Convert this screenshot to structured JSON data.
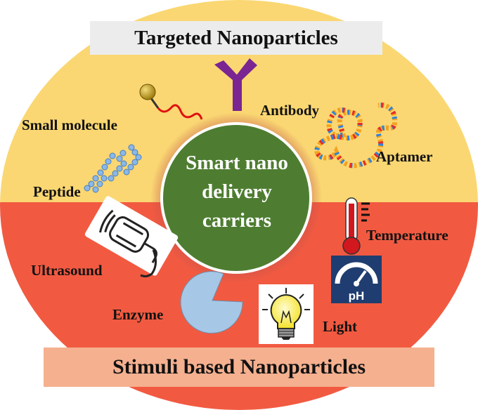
{
  "titles": {
    "top": "Targeted Nanoparticles",
    "bottom": "Stimuli based Nanoparticles"
  },
  "center": {
    "line1": "Smart nano",
    "line2": "delivery",
    "line3": "carriers"
  },
  "targeting_labels": {
    "small_molecule": "Small molecule",
    "antibody": "Antibody",
    "aptamer": "Aptamer",
    "peptide": "Peptide"
  },
  "stimuli_labels": {
    "ultrasound": "Ultrasound",
    "temperature": "Temperature",
    "enzyme": "Enzyme",
    "light": "Light",
    "ph_badge": "pH"
  },
  "colors": {
    "top_region": "#fad772",
    "bottom_region": "#f15a41",
    "center_circle": "#4e7d31",
    "antibody": "#7a2592",
    "enzyme": "#a6c8e6",
    "ph_badge": "#1f3d70"
  },
  "icons": [
    "small-molecule-icon",
    "antibody-icon",
    "aptamer-icon",
    "peptide-icon",
    "ultrasound-icon",
    "thermometer-icon",
    "ph-meter-icon",
    "enzyme-icon",
    "light-bulb-icon"
  ]
}
